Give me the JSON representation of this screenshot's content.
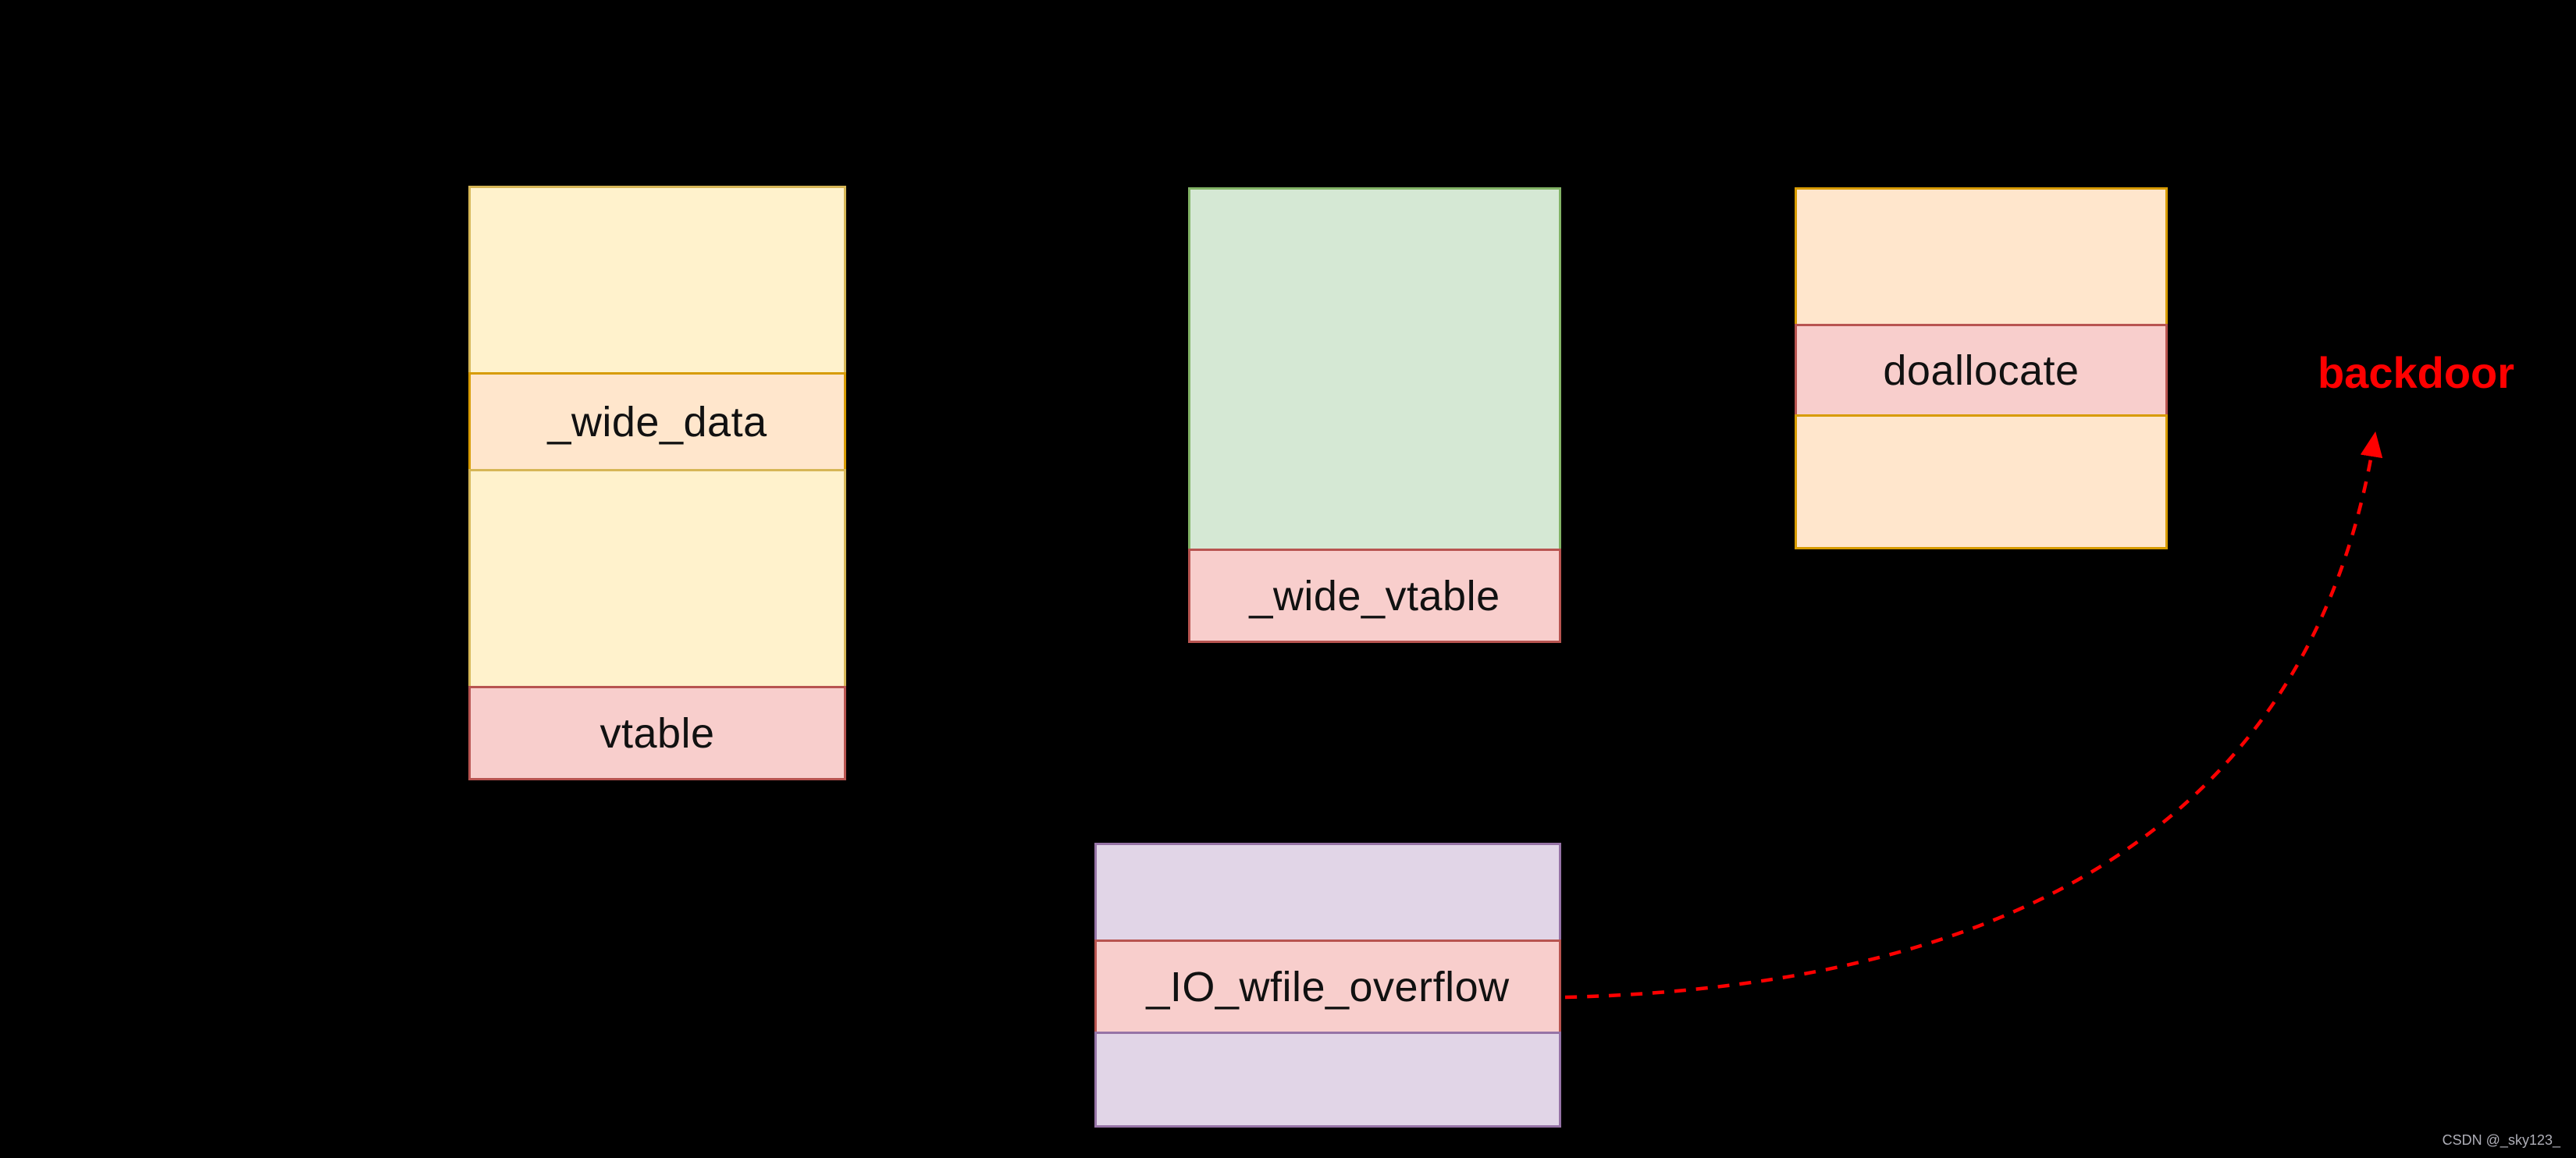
{
  "boxes": {
    "file": {
      "rows": [
        {
          "label": ""
        },
        {
          "label": "_wide_data"
        },
        {
          "label": ""
        },
        {
          "label": "vtable"
        }
      ]
    },
    "wide_data": {
      "rows": [
        {
          "label": ""
        },
        {
          "label": "_wide_vtable"
        }
      ]
    },
    "wide_vtable": {
      "rows": [
        {
          "label": ""
        },
        {
          "label": "doallocate"
        },
        {
          "label": ""
        }
      ]
    },
    "vtable": {
      "rows": [
        {
          "label": ""
        },
        {
          "label": "_IO_wfile_overflow"
        },
        {
          "label": ""
        }
      ]
    }
  },
  "annotations": {
    "backdoor": "backdoor"
  },
  "watermark": "CSDN @_sky123_",
  "colors": {
    "background": "#000000",
    "yellow_fill": "#FFF2CC",
    "yellow_border": "#D6B656",
    "orange_fill": "#FFE6CC",
    "orange_border": "#D79B00",
    "green_fill": "#D5E8D4",
    "green_border": "#82B366",
    "purple_fill": "#E1D5E7",
    "purple_border": "#9673A6",
    "pink_fill": "#F8CECC",
    "pink_border": "#B85450",
    "arrow": "#FF0000",
    "label_text": "#111111"
  }
}
